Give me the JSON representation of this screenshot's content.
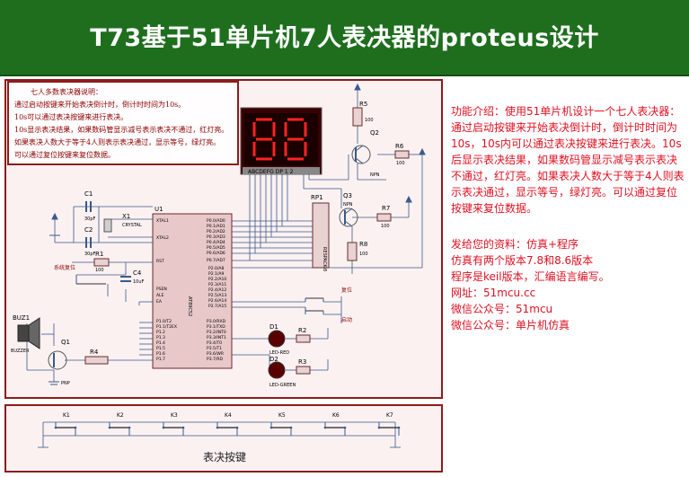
{
  "header": {
    "title": "T73基于51单片机7人表决器的proteus设计"
  },
  "schematic_desc": {
    "title": "七人多数表决器说明：",
    "lines": [
      "通过启动按键来开始表决倒计时，倒计时时间为10s。",
      "10s可以通过表决按键来进行表决。",
      "10s显示表决结果，如果数码管显示减号表示表决不通过，红灯亮。",
      "如果表决人数大于等于4人则表示表决通过，显示等号，绿灯亮。",
      "可以通过复位按键来复位数据。"
    ]
  },
  "display": {
    "label": "ABCDEFG  DP    1 2"
  },
  "components": {
    "r5": "R5",
    "r6": "R6",
    "r7": "R7",
    "r8": "R8",
    "r1": "R1",
    "r2": "R2",
    "r3": "R3",
    "r4": "R4",
    "r_val": "100",
    "q1": "Q1",
    "q1_type": "PNP",
    "q2": "Q2",
    "q2_type": "NPN",
    "q3": "Q3",
    "q3_type": "NPN",
    "c1": "C1",
    "c2": "C2",
    "c3_val": "30pF",
    "c4": "C4",
    "c4_val": "10uF",
    "x1": "X1",
    "x1_type": "CRYSTAL",
    "rp1": "RP1",
    "rp1_type": "RESPACK-8",
    "u1": "U1",
    "u1_type": "AT89C52",
    "buz": "BUZ1",
    "buz_type": "BUZZER",
    "d1": "D1",
    "d1_type": "LED-RED",
    "d2": "D2",
    "d2_type": "LED-GREEN",
    "sys_reset": "系统复位",
    "reset_btn": "复位",
    "start_btn": "启动",
    "mcu_left": [
      "XTAL1",
      "XTAL2",
      "RST",
      "PSEN",
      "ALE",
      "EA"
    ],
    "mcu_p0": [
      "P0.0/AD0",
      "P0.1/AD1",
      "P0.2/AD2",
      "P0.3/AD3",
      "P0.4/AD4",
      "P0.5/AD5",
      "P0.6/AD6",
      "P0.7/AD7"
    ],
    "mcu_p2": [
      "P2.0/A8",
      "P2.1/A9",
      "P2.2/A10",
      "P2.3/A11",
      "P2.4/A12",
      "P2.5/A13",
      "P2.6/A14",
      "P2.7/A15"
    ],
    "mcu_p1": [
      "P1.0/T2",
      "P1.1/T2EX",
      "P1.2",
      "P1.3",
      "P1.4",
      "P1.5",
      "P1.6",
      "P1.7"
    ],
    "mcu_p3": [
      "P3.0/RXD",
      "P3.1/TXD",
      "P3.2/INT0",
      "P3.3/INT1",
      "P3.4/T0",
      "P3.5/T1",
      "P3.6/WR",
      "P3.7/RD"
    ]
  },
  "keys": {
    "labels": [
      "K1",
      "K2",
      "K3",
      "K4",
      "K5",
      "K6",
      "K7"
    ],
    "title": "表决按键"
  },
  "info": {
    "intro": "功能介绍：使用51单片机设计一个七人表决器：通过启动按键来开始表决倒计时，倒计时时间为10s，10s内可以通过表决按键来进行表决。10s后显示表决结果，如果数码管显示减号表示表决不通过，红灯亮。如果表决人数大于等于4人则表示表决通过，显示等号，绿灯亮。可以通过复位按键来复位数据。",
    "materials": [
      "发给您的资料：仿真+程序",
      "仿真有两个版本7.8和8.6版本",
      "程序是keil版本，汇编语言编写。",
      "网址：51mcu.cc",
      "微信公众号：51mcu",
      "微信公众号：单片机仿真"
    ]
  },
  "colors": {
    "header_bg": "#1e6e1e",
    "frame": "#8b1c1c",
    "accent_red": "#dd1122",
    "wire": "#3a5a8a",
    "bus": "#1a7a1a"
  }
}
